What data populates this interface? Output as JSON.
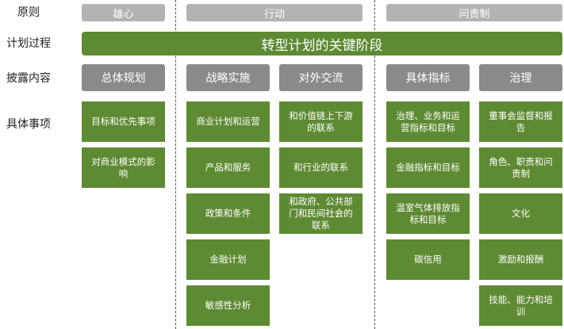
{
  "row_labels": {
    "principles": "原则",
    "planning_process": "计划过程",
    "disclosure": "披露内容",
    "specifics": "具体事项"
  },
  "principles": {
    "ambition": "雄心",
    "action": "行动",
    "accountability": "问责制"
  },
  "banner": "转型计划的关键阶段",
  "categories": {
    "overall_planning": "总体规划",
    "strategy_implementation": "战略实施",
    "external_engagement": "对外交流",
    "specific_indicators": "具体指标",
    "governance": "治理"
  },
  "items": {
    "overall_planning": [
      "目标和优先事项",
      "对商业模式的影响"
    ],
    "strategy_implementation": [
      "商业计划和运营",
      "产品和服务",
      "政策和条件",
      "金融计划",
      "敏感性分析"
    ],
    "external_engagement": [
      "和价值链上下游的联系",
      "和行业的联系",
      "和政府、公共部门和民间社会的联系"
    ],
    "specific_indicators": [
      "治理、业务和运营指标和目标",
      "金融指标和目标",
      "温室气体排放指标和目标",
      "碳信用"
    ],
    "governance": [
      "董事会监督和报告",
      "角色、职责和问责制",
      "文化",
      "激励和报酬",
      "技能、能力和培训"
    ]
  },
  "colors": {
    "green": "#5d8a32",
    "gray": "#8a8a8a",
    "light_gray": "#b3b3b3"
  }
}
